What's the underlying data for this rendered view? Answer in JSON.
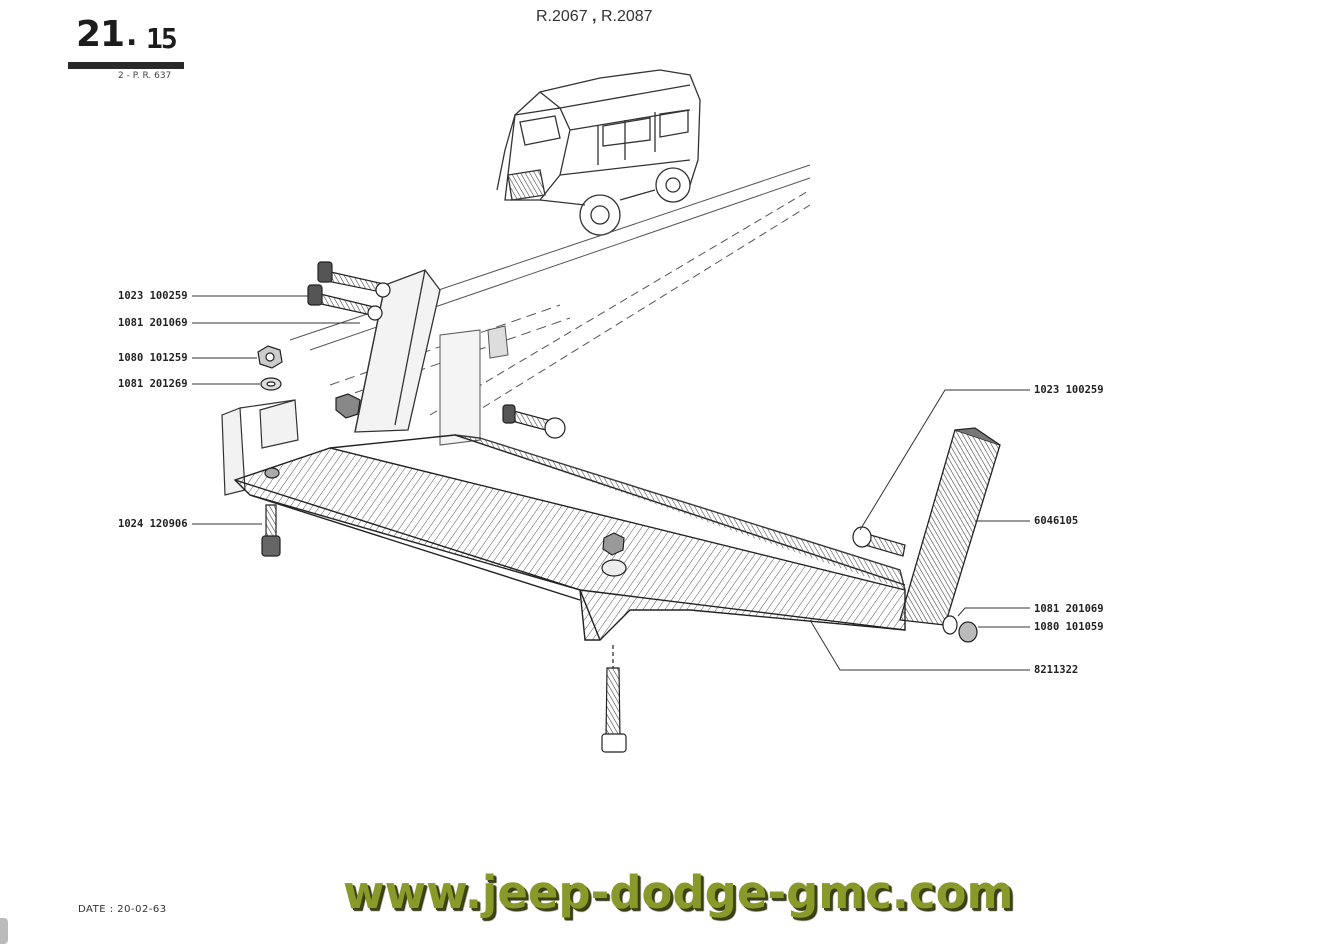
{
  "header": {
    "section_major": "21",
    "section_dot": ".",
    "section_minor": "15",
    "reference": "2 - P. R. 637",
    "models_a": "R.2067",
    "models_sep": ",",
    "models_b": "R.2087"
  },
  "callouts": {
    "c1": "1023 100259",
    "c2": "1081 201069",
    "c3": "1080 101259",
    "c4": "1081 201269",
    "c5": "1024 120906",
    "c6": "1023 100259",
    "c7": "6046105",
    "c8": "1081 201069",
    "c9": "1080 101059",
    "c10": "8211322"
  },
  "footer": {
    "date": "DATE : 20-02-63",
    "watermark": "www.jeep-dodge-gmc.com"
  },
  "colors": {
    "ink": "#222222",
    "watermark": "#8a9a2a",
    "watermark_shadow": "#3d4412"
  },
  "icons": {
    "vehicle": "van-illustration-icon",
    "bolt": "bolt-icon",
    "nut": "nut-icon",
    "washer": "washer-icon"
  }
}
